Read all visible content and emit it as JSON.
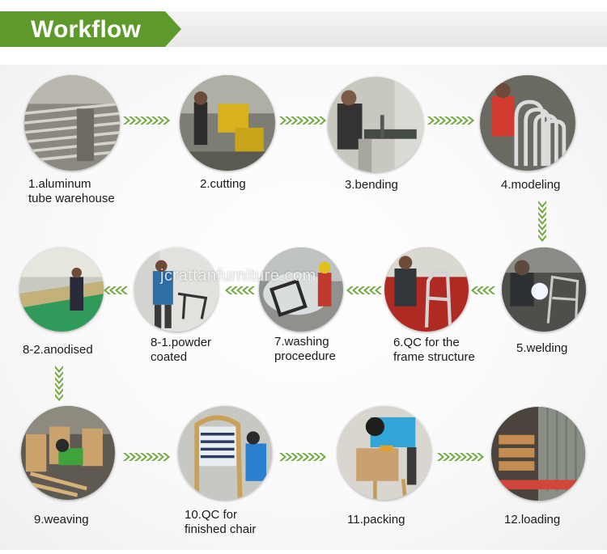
{
  "header": {
    "title": "Workflow"
  },
  "watermark": "jcrattanfurniture.com",
  "colors": {
    "banner_green": "#5d9a2b",
    "arrow_green": "#6ea83a"
  },
  "steps": [
    {
      "label": "1.aluminum\ntube warehouse"
    },
    {
      "label": "2.cutting"
    },
    {
      "label": "3.bending"
    },
    {
      "label": "4.modeling"
    },
    {
      "label": "5.welding"
    },
    {
      "label": "6.QC for the\nframe structure"
    },
    {
      "label": "7.washing\nproceedure"
    },
    {
      "label": "8-1.powder\ncoated"
    },
    {
      "label": "8-2.anodised"
    },
    {
      "label": "9.weaving"
    },
    {
      "label": "10.QC for\nfinished chair"
    },
    {
      "label": "11.packing"
    },
    {
      "label": "12.loading"
    }
  ]
}
